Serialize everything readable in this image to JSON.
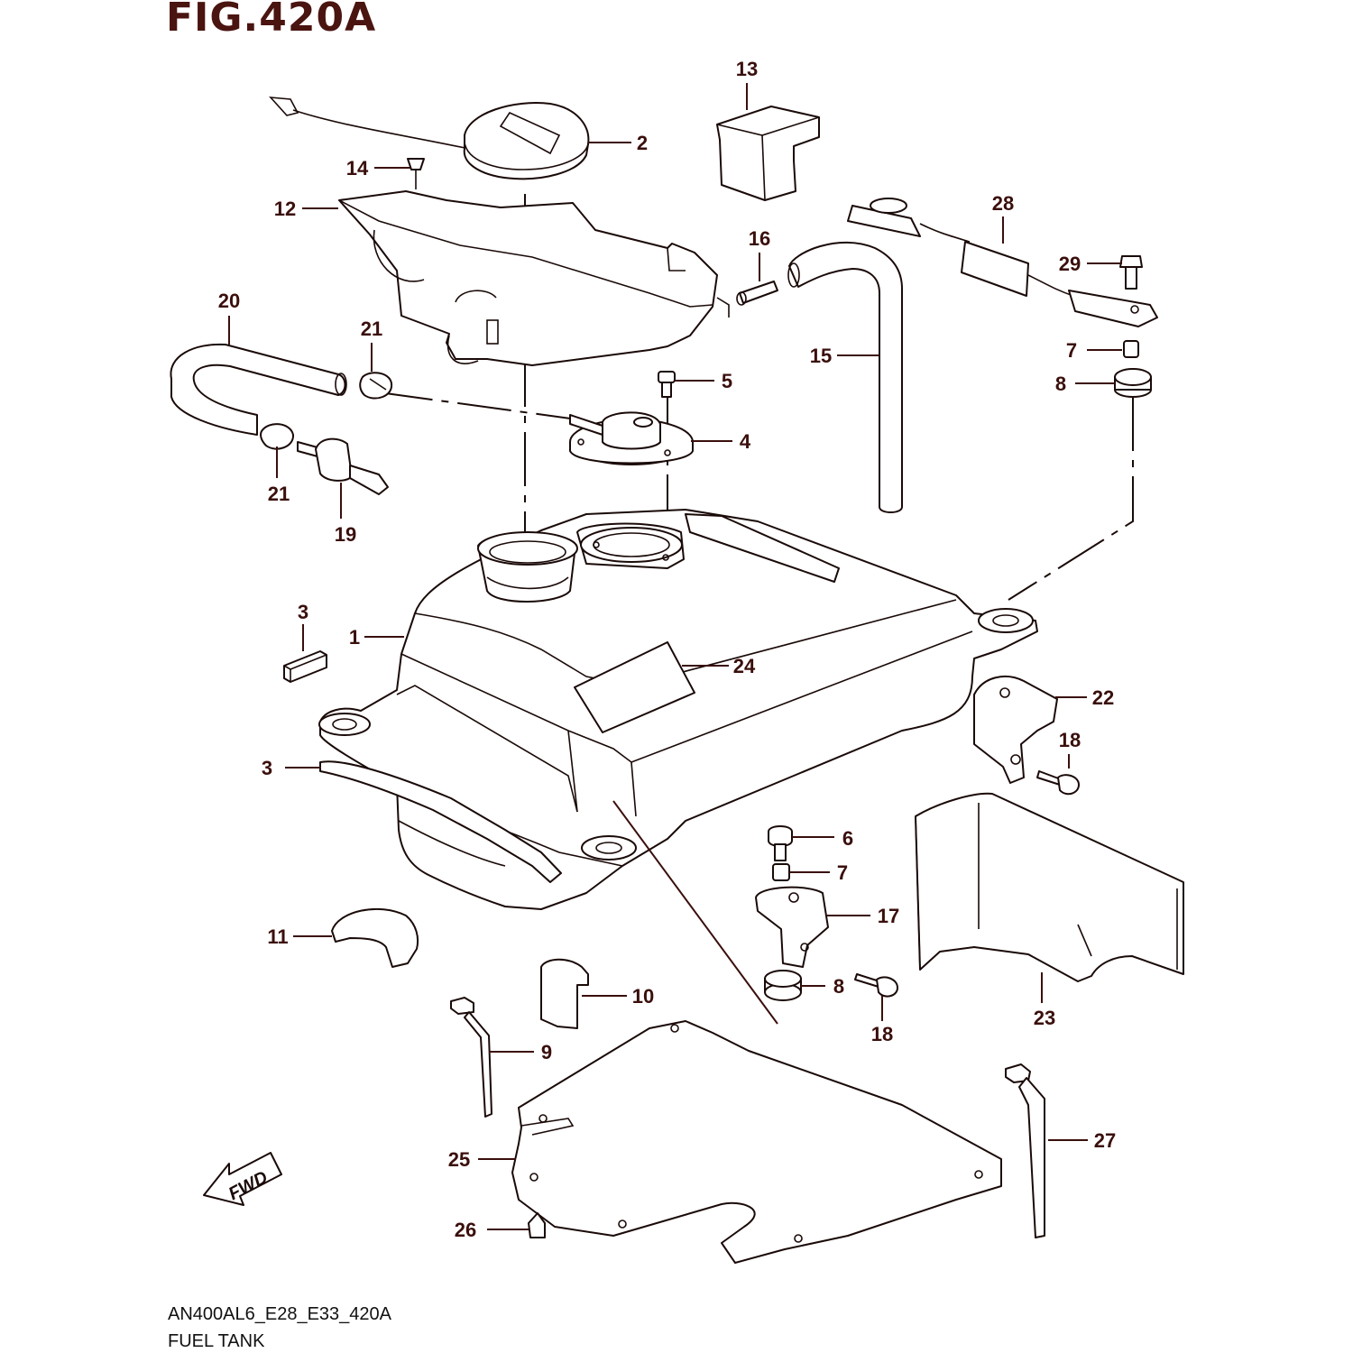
{
  "figure": {
    "title": "FIG.420A",
    "code": "AN400AL6_E28_E33_420A",
    "name": "FUEL TANK",
    "direction_label": "FWD",
    "ink_color": "#3a0f0c"
  },
  "callouts": [
    {
      "id": "c1",
      "label": "1"
    },
    {
      "id": "c2",
      "label": "2"
    },
    {
      "id": "c3a",
      "label": "3"
    },
    {
      "id": "c3b",
      "label": "3"
    },
    {
      "id": "c4",
      "label": "4"
    },
    {
      "id": "c5",
      "label": "5"
    },
    {
      "id": "c6",
      "label": "6"
    },
    {
      "id": "c7a",
      "label": "7"
    },
    {
      "id": "c7b",
      "label": "7"
    },
    {
      "id": "c8a",
      "label": "8"
    },
    {
      "id": "c8b",
      "label": "8"
    },
    {
      "id": "c9",
      "label": "9"
    },
    {
      "id": "c10",
      "label": "10"
    },
    {
      "id": "c11",
      "label": "11"
    },
    {
      "id": "c12",
      "label": "12"
    },
    {
      "id": "c13",
      "label": "13"
    },
    {
      "id": "c14",
      "label": "14"
    },
    {
      "id": "c15",
      "label": "15"
    },
    {
      "id": "c16",
      "label": "16"
    },
    {
      "id": "c17",
      "label": "17"
    },
    {
      "id": "c18a",
      "label": "18"
    },
    {
      "id": "c18b",
      "label": "18"
    },
    {
      "id": "c19",
      "label": "19"
    },
    {
      "id": "c20",
      "label": "20"
    },
    {
      "id": "c21a",
      "label": "21"
    },
    {
      "id": "c21b",
      "label": "21"
    },
    {
      "id": "c22",
      "label": "22"
    },
    {
      "id": "c23",
      "label": "23"
    },
    {
      "id": "c24",
      "label": "24"
    },
    {
      "id": "c25",
      "label": "25"
    },
    {
      "id": "c26",
      "label": "26"
    },
    {
      "id": "c27",
      "label": "27"
    },
    {
      "id": "c28",
      "label": "28"
    },
    {
      "id": "c29",
      "label": "29"
    }
  ]
}
